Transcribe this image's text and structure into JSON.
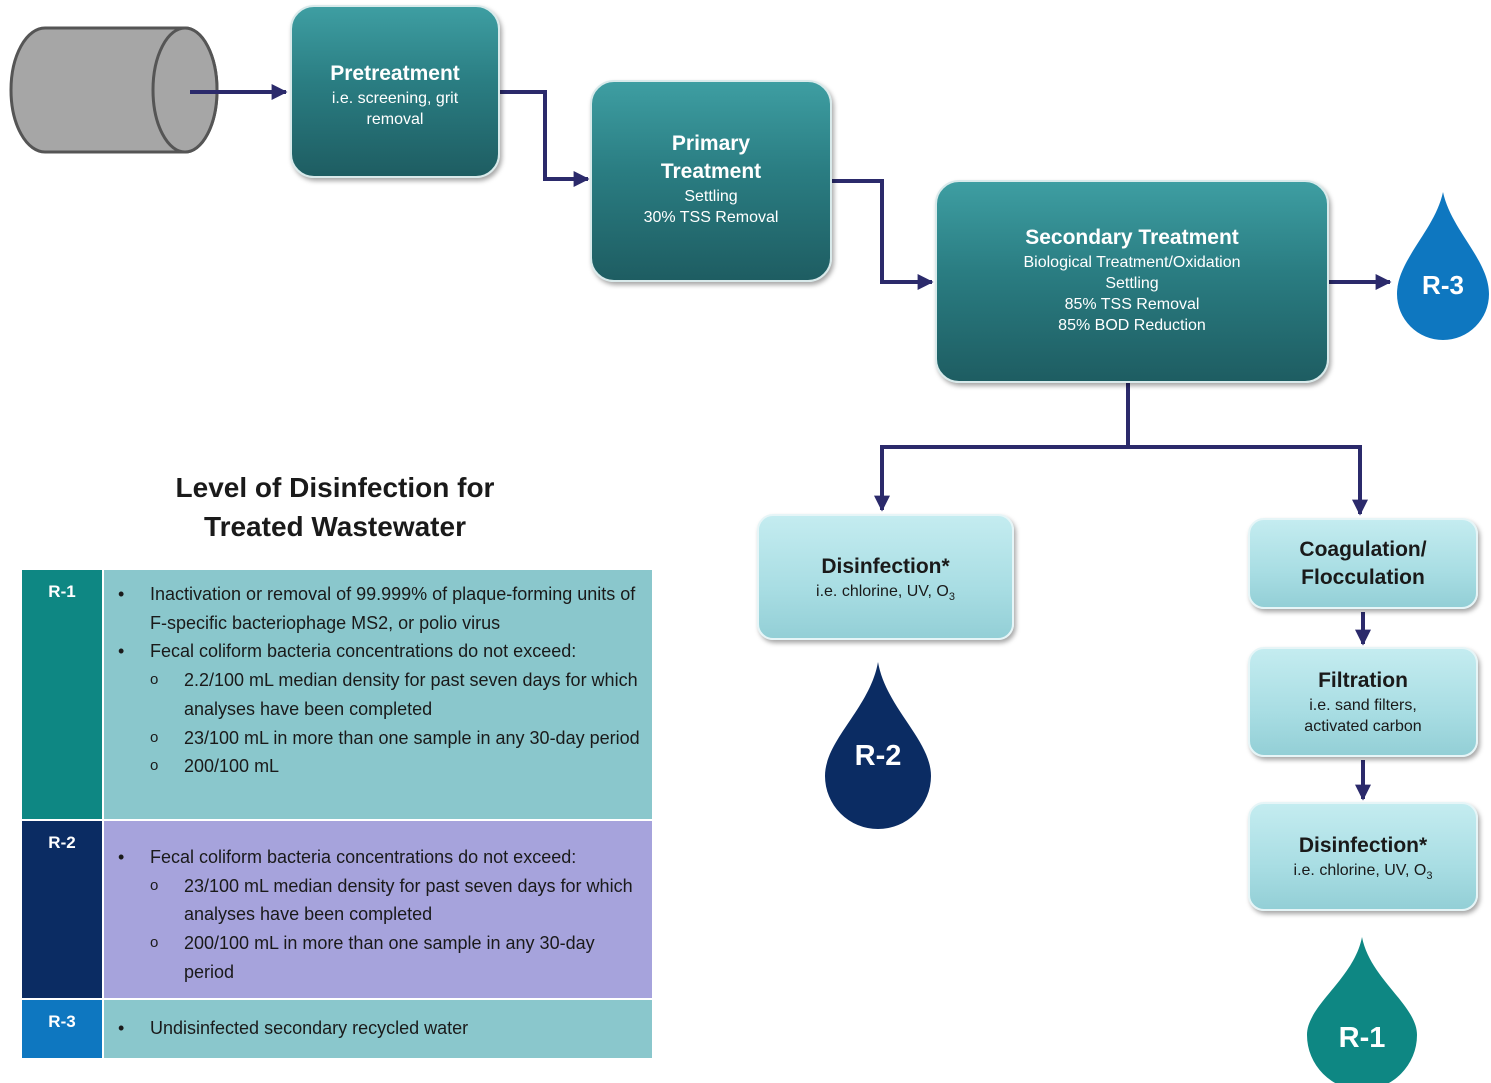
{
  "steps": {
    "pretreatment": {
      "title": "Pretreatment",
      "lines": [
        "i.e. screening, grit",
        "removal"
      ]
    },
    "primary": {
      "title_lines": [
        "Primary",
        "Treatment"
      ],
      "lines": [
        "Settling",
        "30% TSS Removal"
      ]
    },
    "secondary": {
      "title": "Secondary Treatment",
      "lines": [
        "Biological Treatment/Oxidation",
        "Settling",
        "85% TSS Removal",
        "85% BOD Reduction"
      ]
    },
    "disinfection_r2": {
      "title": "Disinfection*",
      "line_prefix": "i.e. chlorine, UV, O",
      "line_sub": "3"
    },
    "coagulation": {
      "title_lines": [
        "Coagulation/",
        "Flocculation"
      ]
    },
    "filtration": {
      "title": "Filtration",
      "lines": [
        "i.e. sand filters,",
        "activated carbon"
      ]
    },
    "disinfection_r1": {
      "title": "Disinfection*",
      "line_prefix": "i.e. chlorine, UV, O",
      "line_sub": "3"
    }
  },
  "drops": {
    "r3": {
      "label": "R-3",
      "color": "#0e77c0"
    },
    "r2": {
      "label": "R-2",
      "color": "#0b2c63"
    },
    "r1": {
      "label": "R-1",
      "color": "#0e8783"
    }
  },
  "colors": {
    "arrow": "#2b2a6b",
    "r1_code_bg": "#0e8783",
    "r1_body_bg": "#8ac7cc",
    "r2_code_bg": "#0b2c63",
    "r2_body_bg": "#a6a3dc",
    "r3_code_bg": "#0e77c0",
    "r3_body_bg": "#8ac7cc"
  },
  "legend": {
    "title_lines": [
      "Level of Disinfection for",
      "Treated Wastewater"
    ],
    "rows": [
      {
        "code": "R-1",
        "items": [
          {
            "level": 1,
            "text": "Inactivation or removal of 99.999% of plaque-forming units of F-specific bacteriophage MS2, or polio virus"
          },
          {
            "level": 1,
            "text": "Fecal coliform bacteria concentrations do not exceed:"
          },
          {
            "level": 2,
            "text": "2.2/100 mL median density for past seven days for which analyses have been completed"
          },
          {
            "level": 2,
            "text": "23/100 mL in more than one sample in any 30-day period"
          },
          {
            "level": 2,
            "text": "200/100 mL"
          }
        ]
      },
      {
        "code": "R-2",
        "items": [
          {
            "level": 1,
            "text": "Fecal coliform bacteria concentrations do not exceed:"
          },
          {
            "level": 2,
            "text": "23/100 mL median density for past seven days for which analyses have been completed"
          },
          {
            "level": 2,
            "text": "200/100 mL in more than one sample in any 30-day period"
          }
        ]
      },
      {
        "code": "R-3",
        "items": [
          {
            "level": 1,
            "text": "Undisinfected secondary recycled water"
          }
        ]
      }
    ]
  }
}
